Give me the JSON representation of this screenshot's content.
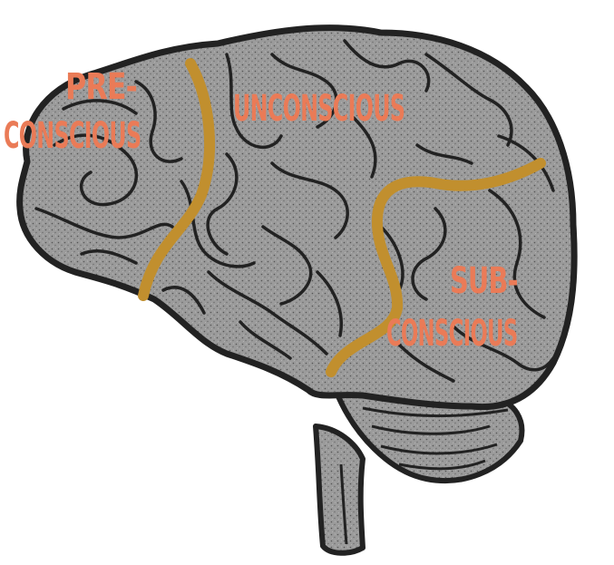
{
  "colors": {
    "label": "#ea7b57",
    "divider": "#c18f2e",
    "brain_fill": "#9b9b9b",
    "brain_outline": "#222222",
    "stipple": "#4a4a4a",
    "background": "#ffffff"
  },
  "labels": {
    "preconscious_line1": "PRE-",
    "preconscious_line2": "CONSCIOUS",
    "unconscious": "UNCONSCIOUS",
    "subconscious_line1": "SUB-",
    "subconscious_line2": "CONSCIOUS"
  }
}
